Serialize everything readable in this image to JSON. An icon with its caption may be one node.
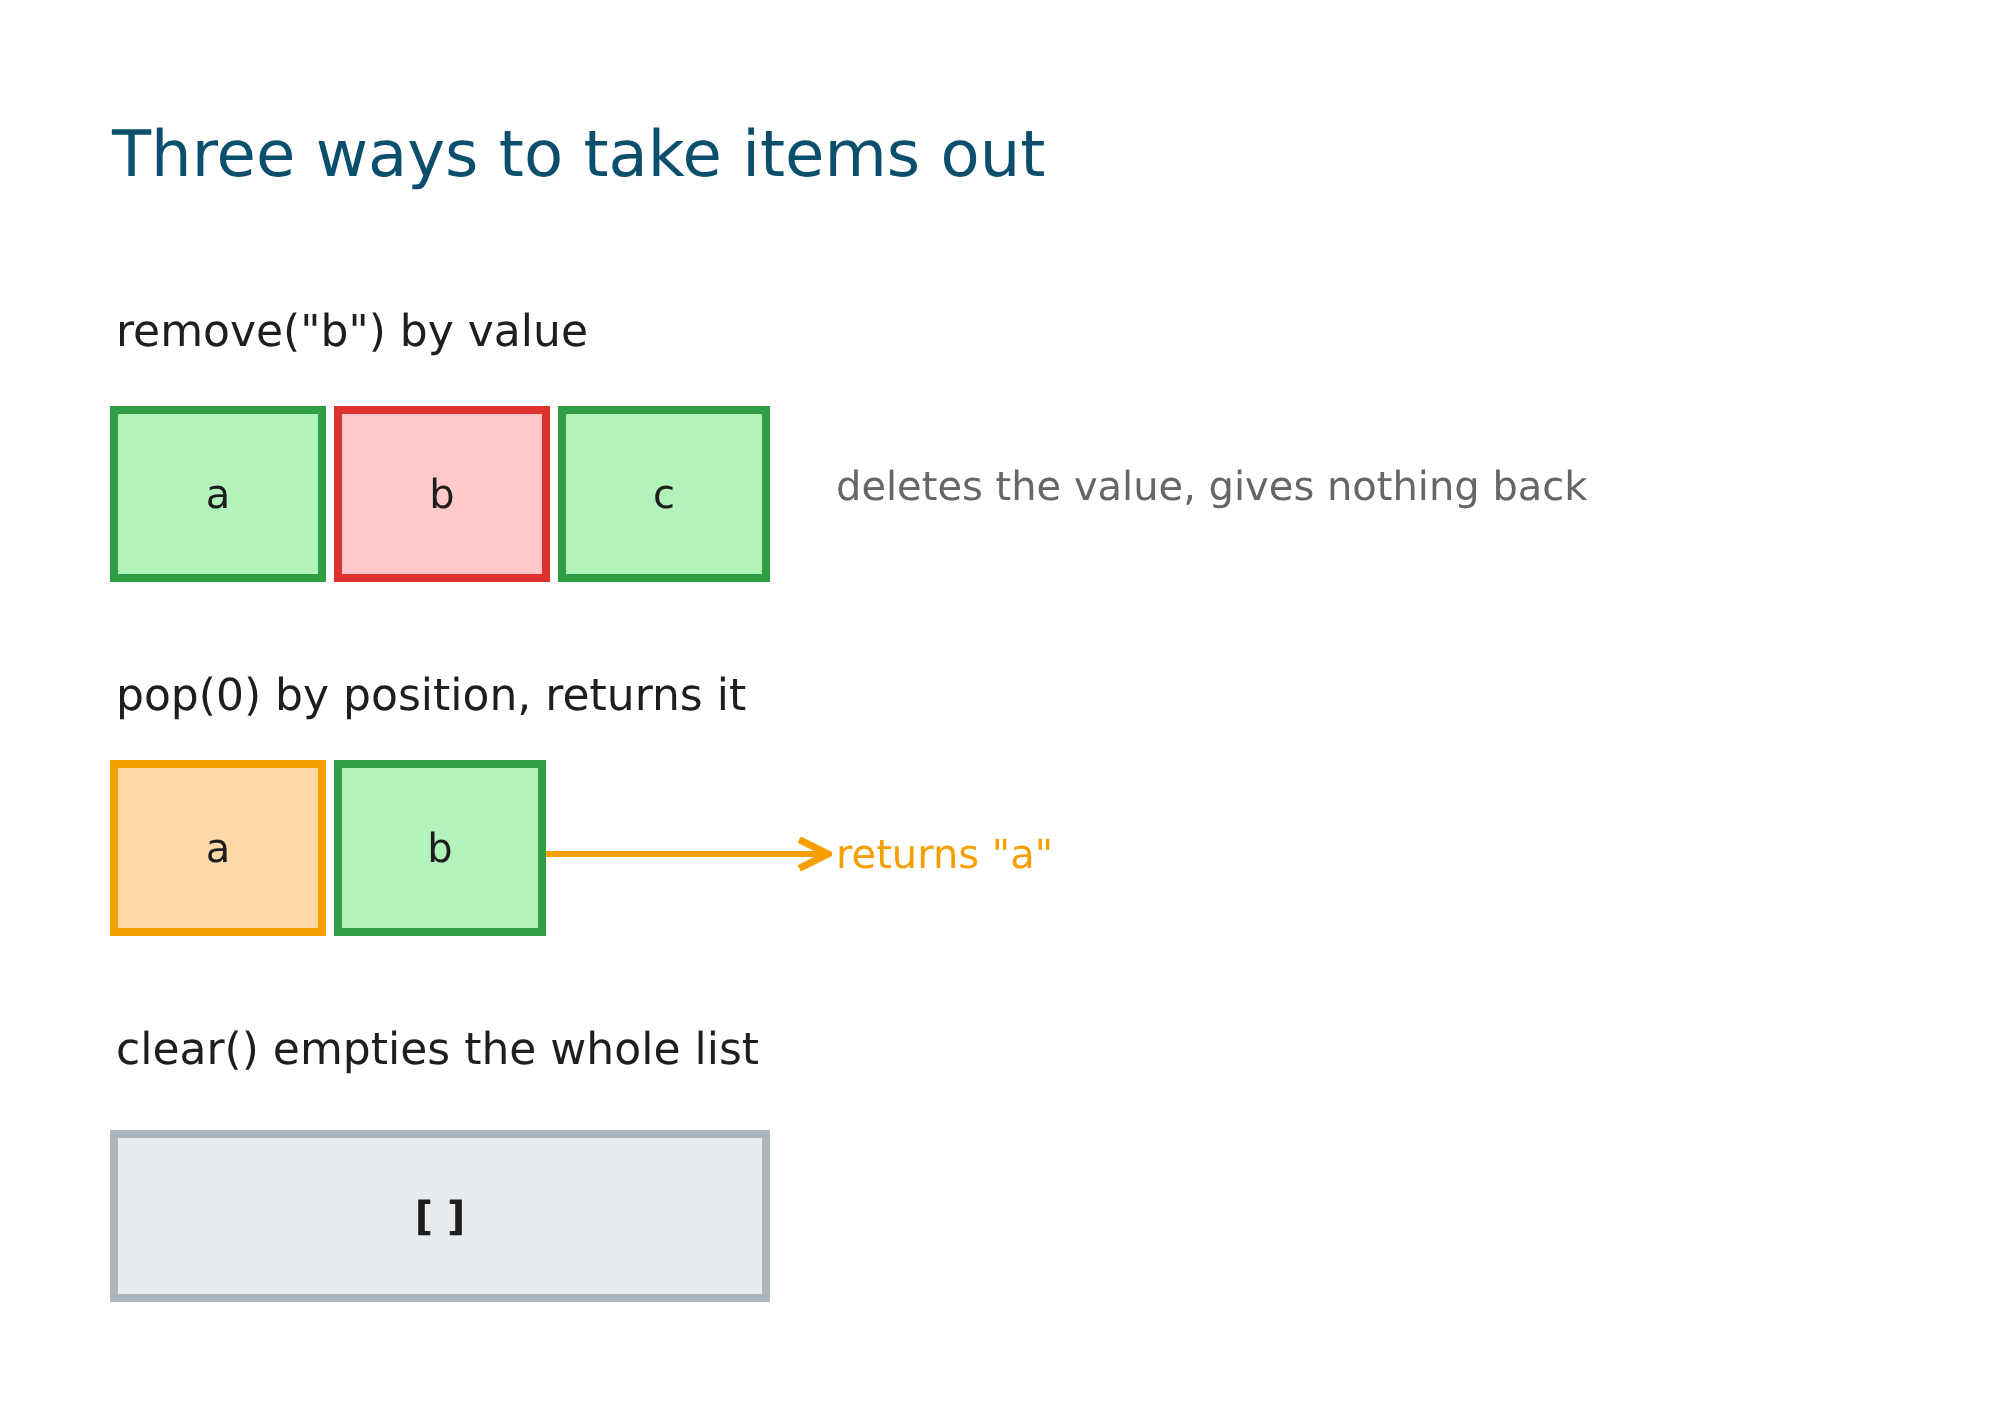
{
  "diagram": {
    "title": "Three ways to take items out",
    "nodes": [
      {
        "text": [
          "a"
        ]
      },
      {
        "text": [
          "b"
        ]
      },
      {
        "text": [
          "c"
        ]
      },
      {
        "text": [
          "a"
        ]
      },
      {
        "text": [
          "b"
        ]
      },
      {
        "text": [
          "returns \"a\""
        ]
      },
      {
        "text": [
          "[ ]"
        ]
      }
    ],
    "edges": [
      {
        "from": 4,
        "to": 5,
        "arrow": "to",
        "color": "#f59f00"
      }
    ],
    "labels": [
      "remove(\"b\") by value",
      "deletes the value, gives nothing back",
      "pop(0) by position, returns it",
      "clear() empties the whole list"
    ]
  }
}
